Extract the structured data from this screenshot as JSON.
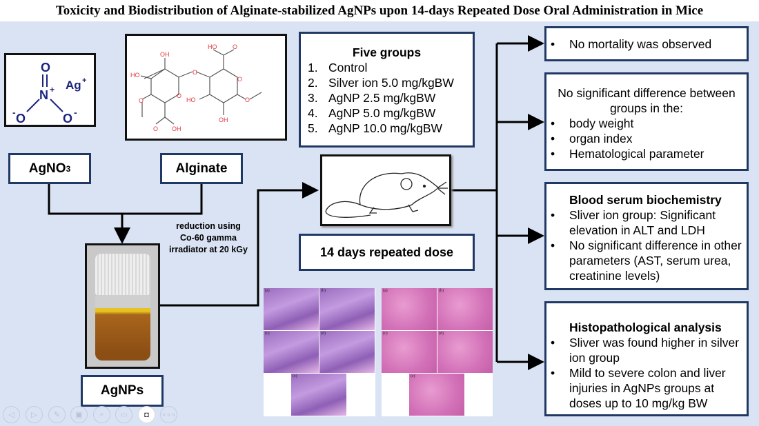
{
  "title": "Toxicity and Biodistribution of Alginate-stabilized AgNPs upon 14-days Repeated Dose Oral Administration in Mice",
  "nitrate": {
    "o_top": "O",
    "n": "N",
    "n_charge": "+",
    "o_left": "O",
    "o_right": "O",
    "minus": "-",
    "ag": "Ag",
    "ag_charge": "+"
  },
  "alginate_structure": {
    "oh": "OH",
    "ho": "HO",
    "o": "O"
  },
  "inputs": {
    "agno3_main": "AgNO",
    "agno3_sub": "3",
    "alginate": "Alginate"
  },
  "process_note": [
    "reduction using",
    "Co-60 gamma",
    "irradiator at 20 kGy"
  ],
  "product": "AgNPs",
  "groups": {
    "title": "Five groups",
    "items": [
      {
        "num": "1.",
        "label": "Control"
      },
      {
        "num": "2.",
        "label": "Silver ion 5.0 mg/kgBW"
      },
      {
        "num": "3.",
        "label": "AgNP 2.5 mg/kgBW"
      },
      {
        "num": "4.",
        "label": "AgNP 5.0 mg/kgBW"
      },
      {
        "num": "5.",
        "label": "AgNP 10.0 mg/kgBW"
      }
    ]
  },
  "dosing": "14 days repeated dose",
  "histology": {
    "colon_panels": [
      "(a)",
      "(b)",
      "(c)",
      "(d)",
      "(e)"
    ],
    "liver_panels": [
      "(a)",
      "(b)",
      "(c)",
      "(d)",
      "(e)"
    ]
  },
  "results": {
    "mortality": "No mortality was observed",
    "no_diff": {
      "heading": "No significant difference between groups in the:",
      "items": [
        "body weight",
        "organ index",
        "Hematological parameter"
      ]
    },
    "biochem": {
      "heading": "Blood serum biochemistry",
      "items": [
        "Sliver ion group: Significant elevation in ALT and LDH",
        "No significant difference in other parameters (AST, serum urea, creatinine levels)"
      ]
    },
    "histo": {
      "heading": "Histopathological analysis",
      "items": [
        "Sliver was found higher in silver ion group",
        "Mild to severe colon and liver injuries in AgNPs groups at doses up to 10 mg/kg BW"
      ]
    }
  },
  "colors": {
    "border": "#1f3864",
    "background": "#dae3f3",
    "nitrate": "#1a237e",
    "chem_red": "#e0393e"
  }
}
